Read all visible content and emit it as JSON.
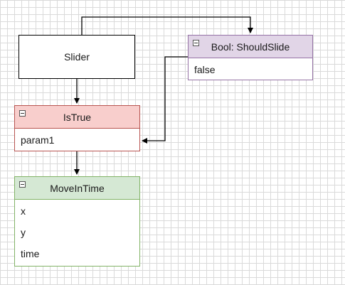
{
  "nodes": {
    "slider": {
      "label": "Slider"
    },
    "istrue": {
      "title": "IsTrue",
      "fields": [
        "param1"
      ]
    },
    "shouldslide": {
      "title": "Bool: ShouldSlide",
      "fields": [
        "false"
      ]
    },
    "moveintime": {
      "title": "MoveInTime",
      "fields": [
        "x",
        "y",
        "time"
      ]
    }
  },
  "colors": {
    "istrue_fill": "#f8cecc",
    "istrue_stroke": "#b85450",
    "shouldslide_fill": "#e1d5e7",
    "shouldslide_stroke": "#9673a6",
    "moveintime_fill": "#d5e8d4",
    "moveintime_stroke": "#82b366",
    "edge": "#000000"
  },
  "edges": [
    {
      "from": "slider",
      "to": "shouldslide"
    },
    {
      "from": "slider",
      "to": "istrue"
    },
    {
      "from": "shouldslide",
      "to": "istrue.param1"
    },
    {
      "from": "istrue",
      "to": "moveintime"
    }
  ]
}
